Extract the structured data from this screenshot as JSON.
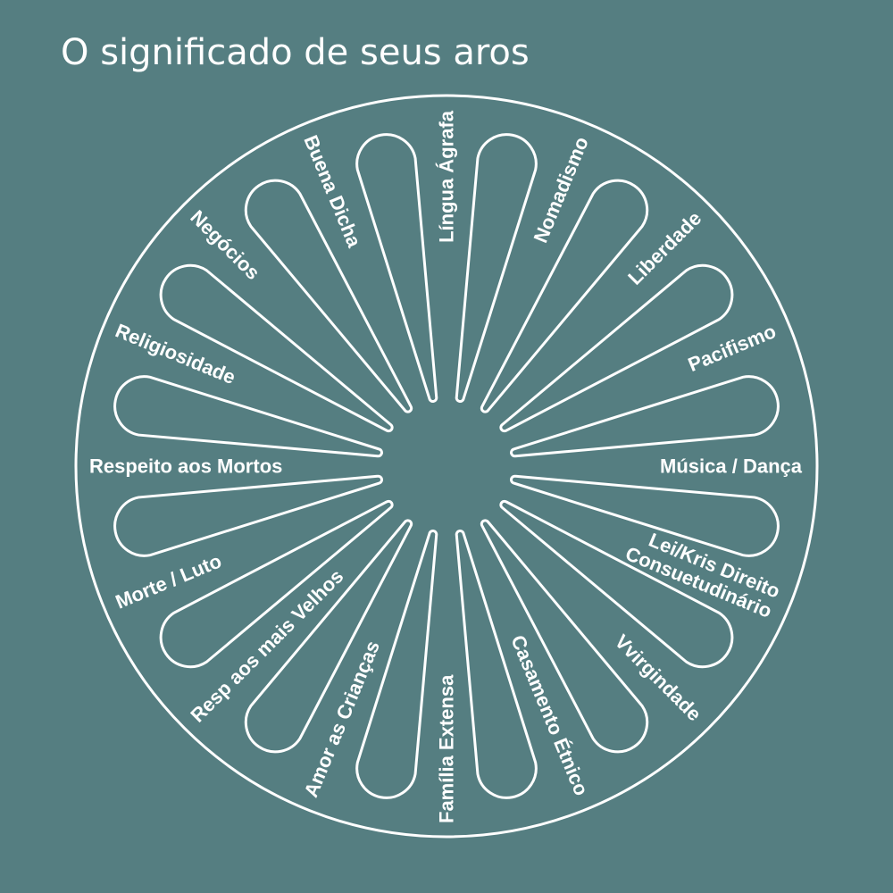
{
  "title": "O significado de seus aros",
  "colors": {
    "background": "#557e81",
    "line": "#ffffff",
    "text": "#ffffff"
  },
  "spokes": [
    {
      "label": "Língua Ágrafa"
    },
    {
      "label": "Nomadismo"
    },
    {
      "label": "Liberdade"
    },
    {
      "label": "Pacifismo"
    },
    {
      "label": "Música / Dança"
    },
    {
      "label": "Lei/Kris Direito",
      "label2": "Consuetudinário"
    },
    {
      "label": "Vvirgindade"
    },
    {
      "label": "Casamento Étnico"
    },
    {
      "label": "Família Extensa"
    },
    {
      "label": "Amor as Crianças"
    },
    {
      "label": "Resp aos mais Velhos"
    },
    {
      "label": "Morte / Luto"
    },
    {
      "label": "Respeito aos Mortos"
    },
    {
      "label": "Religiosidade"
    },
    {
      "label": "Negócios"
    },
    {
      "label": "Buena Dicha"
    }
  ]
}
